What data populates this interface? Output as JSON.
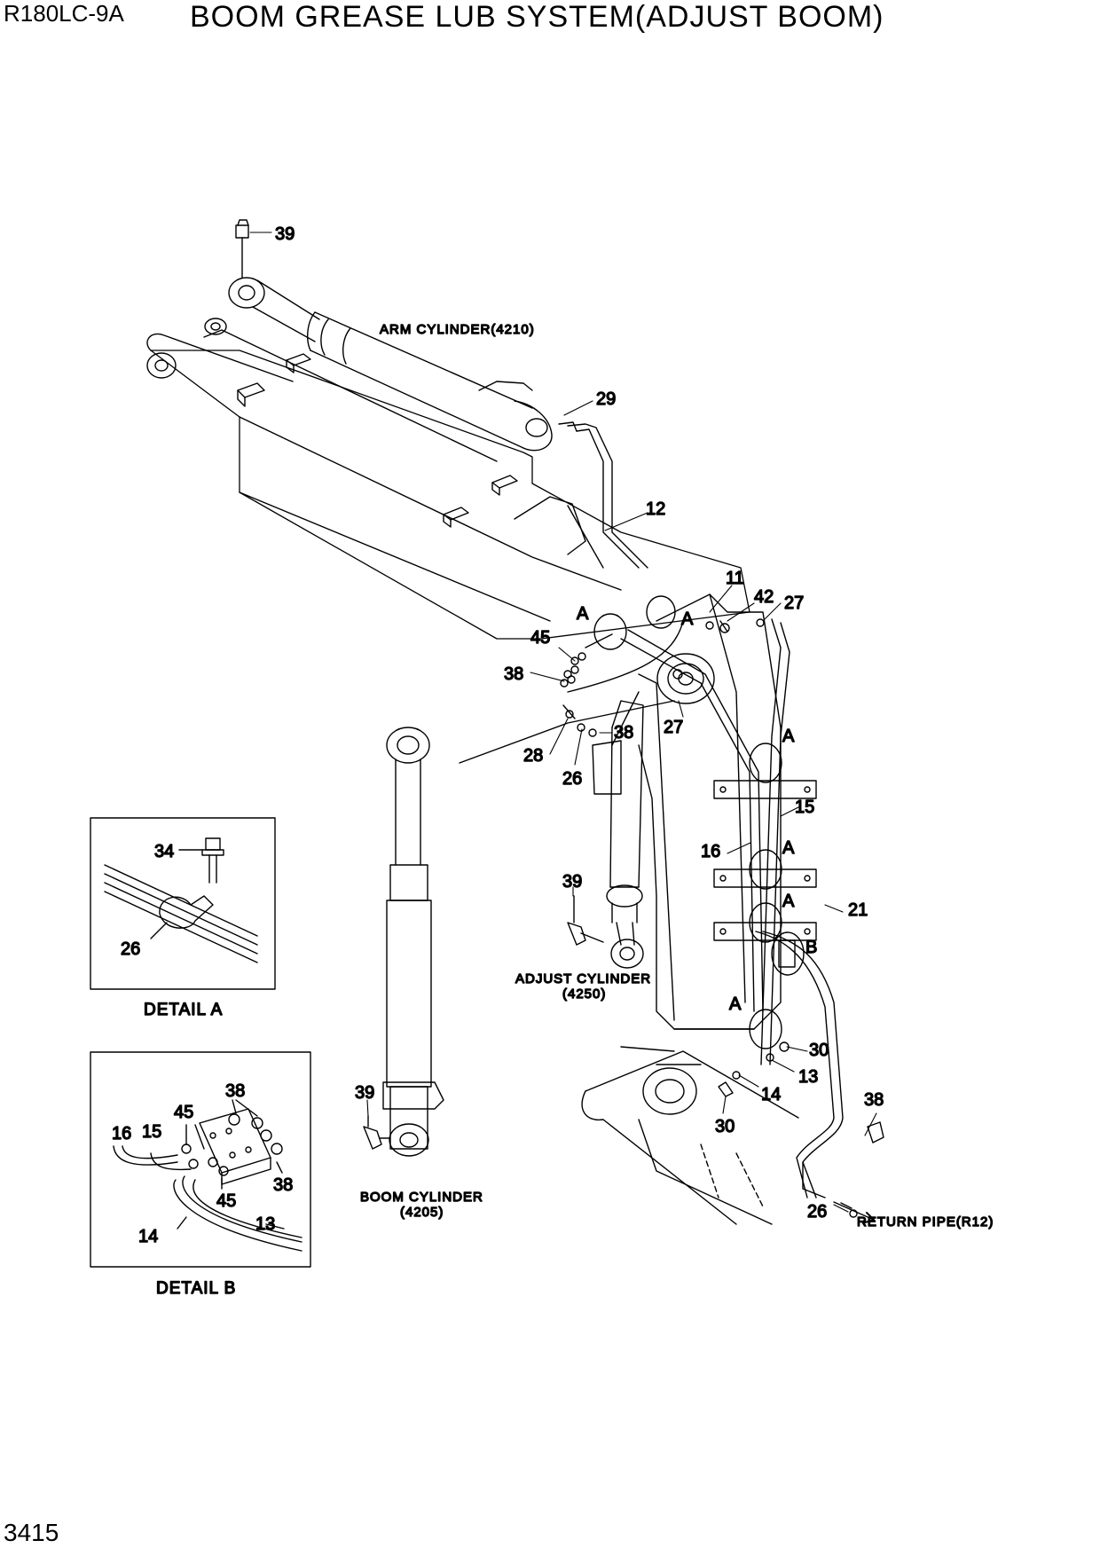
{
  "header": {
    "model": "R180LC-9A",
    "title": "BOOM GREASE LUB SYSTEM(ADJUST BOOM)"
  },
  "footer": {
    "page_number": "3415"
  },
  "captions": {
    "arm_cylinder": "ARM CYLINDER(4210)",
    "adjust_cylinder": "ADJUST CYLINDER",
    "adjust_cylinder_code": "(4250)",
    "boom_cylinder": "BOOM CYLINDER",
    "boom_cylinder_code": "(4205)",
    "return_pipe": "RETURN PIPE(R12)",
    "detail_a": "DETAIL  A",
    "detail_b": "DETAIL  B"
  },
  "callouts": {
    "c39_top": "39",
    "c29": "29",
    "c12": "12",
    "c11": "11",
    "c42": "42",
    "c27_right": "27",
    "a_left": "A",
    "a_right": "A",
    "c45": "45",
    "c38_left": "38",
    "c27_mid": "27",
    "c38_mid": "38",
    "c28": "28",
    "c26_mid": "26",
    "a_upper": "A",
    "c15": "15",
    "c16": "16",
    "a_mid": "A",
    "a_mid2": "A",
    "c21": "21",
    "b_label": "B",
    "c39_adj": "39",
    "a_low": "A",
    "c30_right": "30",
    "c13": "13",
    "c14": "14",
    "c30_low": "30",
    "c38_right": "38",
    "c26_bottom": "26",
    "c39_boom": "39",
    "da_34": "34",
    "da_26": "26",
    "db_38_top": "38",
    "db_45_top": "45",
    "db_16": "16",
    "db_15": "15",
    "db_38_right": "38",
    "db_45_bottom": "45",
    "db_13": "13",
    "db_14": "14"
  }
}
